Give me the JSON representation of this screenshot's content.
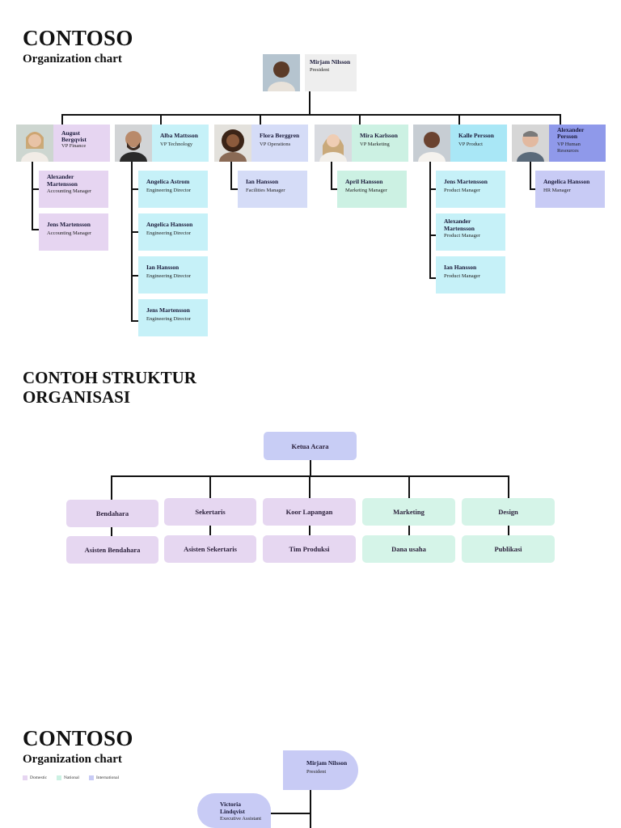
{
  "section1": {
    "brand": "CONTOSO",
    "subtitle": "Organization chart",
    "president": {
      "name": "Mirjam Nilsson",
      "title": "President"
    },
    "vps": [
      {
        "name": "August Bergqvist",
        "title": "VP Finance"
      },
      {
        "name": "Alba Mattsson",
        "title": "VP Technology"
      },
      {
        "name": "Flora Berggren",
        "title": "VP Operations"
      },
      {
        "name": "Mira Karlsson",
        "title": "VP Marketing"
      },
      {
        "name": "Kalle Persson",
        "title": "VP Product"
      },
      {
        "name": "Alexander Persson",
        "title": "VP Human Resources"
      }
    ],
    "reports": {
      "finance": [
        {
          "name": "Alexander Martensson",
          "title": "Accounting Manager"
        },
        {
          "name": "Jens Martensson",
          "title": "Accounting Manager"
        }
      ],
      "technology": [
        {
          "name": "Angelica Astrom",
          "title": "Engineering Director"
        },
        {
          "name": "Angelica Hansson",
          "title": "Engineering Director"
        },
        {
          "name": "Ian Hansson",
          "title": "Engineering Director"
        },
        {
          "name": "Jens Martensson",
          "title": "Engineering Director"
        }
      ],
      "operations": [
        {
          "name": "Ian Hansson",
          "title": "Facilities Manager"
        }
      ],
      "marketing": [
        {
          "name": "April Hansson",
          "title": "Marketing Manager"
        }
      ],
      "product": [
        {
          "name": "Jens Martensson",
          "title": "Product Manager"
        },
        {
          "name": "Alexander Martensson",
          "title": "Product Manager"
        },
        {
          "name": "Ian Hansson",
          "title": "Product Manager"
        }
      ],
      "hr": [
        {
          "name": "Angelica Hansson",
          "title": "HR Manager"
        }
      ]
    }
  },
  "section2": {
    "title": "CONTOH STRUKTUR ORGANISASI",
    "top": "Ketua Acara",
    "row1": [
      "Bendahara",
      "Sekertaris",
      "Koor Lapangan",
      "Marketing",
      "Design"
    ],
    "row2": [
      "Asisten Bendahara",
      "Asisten Sekertaris",
      "Tim Produksi",
      "Dana usaha",
      "Publikasi"
    ]
  },
  "section3": {
    "brand": "CONTOSO",
    "subtitle": "Organization chart",
    "legend": [
      "Domestic",
      "National",
      "International"
    ],
    "legend_colors": [
      "#e6d5f1",
      "#ccf1e3",
      "#c8cbf5"
    ],
    "president": {
      "name": "Mirjam Nilsson",
      "title": "President"
    },
    "assistant": {
      "name": "Victoria Lindqvist",
      "title": "Executive Assistant"
    }
  }
}
